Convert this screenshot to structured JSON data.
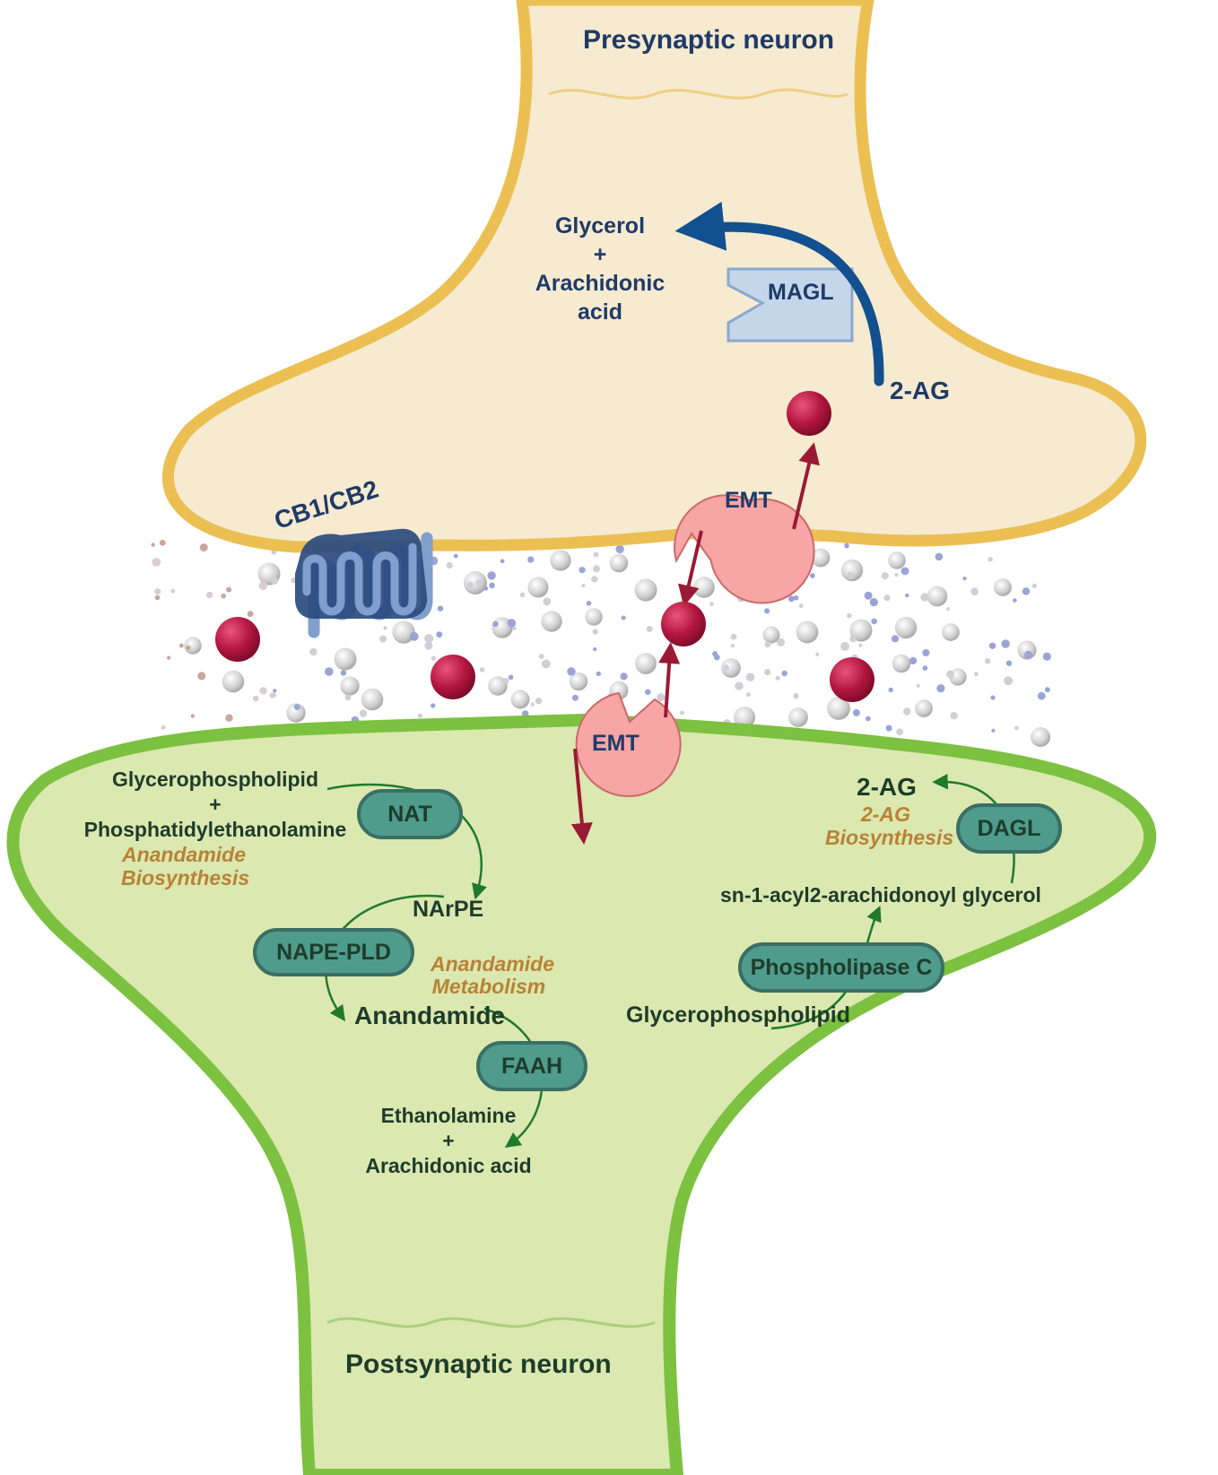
{
  "presynaptic": {
    "title": "Presynaptic neuron",
    "products": [
      "Glycerol",
      "+",
      "Arachidonic",
      "acid"
    ],
    "enzyme": "MAGL",
    "substrate": "2-AG",
    "receptor": "CB1/CB2",
    "transporter": "EMT"
  },
  "postsynaptic": {
    "title": "Postsynaptic neuron",
    "transporter": "EMT",
    "anandamide_biosynthesis": {
      "substrates": [
        "Glycerophospholipid",
        "+",
        "Phosphatidylethanolamine"
      ],
      "label": [
        "Anandamide",
        "Biosynthesis"
      ],
      "enzyme_1": "NAT",
      "intermediate": "NArPE",
      "enzyme_2": "NAPE-PLD",
      "product": "Anandamide"
    },
    "anandamide_metabolism": {
      "label": [
        "Anandamide",
        "Metabolism"
      ],
      "enzyme": "FAAH",
      "products": [
        "Ethanolamine",
        "+",
        "Arachidonic acid"
      ]
    },
    "twoag_biosynthesis": {
      "product": "2-AG",
      "label": [
        "2-AG",
        "Biosynthesis"
      ],
      "enzyme_1": "DAGL",
      "intermediate": "sn-1-acyl2-arachidonoyl glycerol",
      "enzyme_2": "Phospholipase C",
      "substrate": "Glycerophospholipid"
    }
  },
  "colors": {
    "pre_fill": "#f6ead0",
    "pre_border": "#ebbf52",
    "post_fill": "#dbe8b0",
    "post_border": "#7cc13f",
    "enzyme_fill": "#4f9b8c",
    "emt_fill": "#f8a5a5",
    "ligand": "#b3163f",
    "receptor_dark": "#2a4a7e",
    "receptor_light": "#7f9fcf",
    "magl_fill": "#c3d6ea",
    "arrow_blue": "#12508f",
    "arrow_green": "#1f7a2c",
    "arrow_red": "#9a1a33"
  }
}
